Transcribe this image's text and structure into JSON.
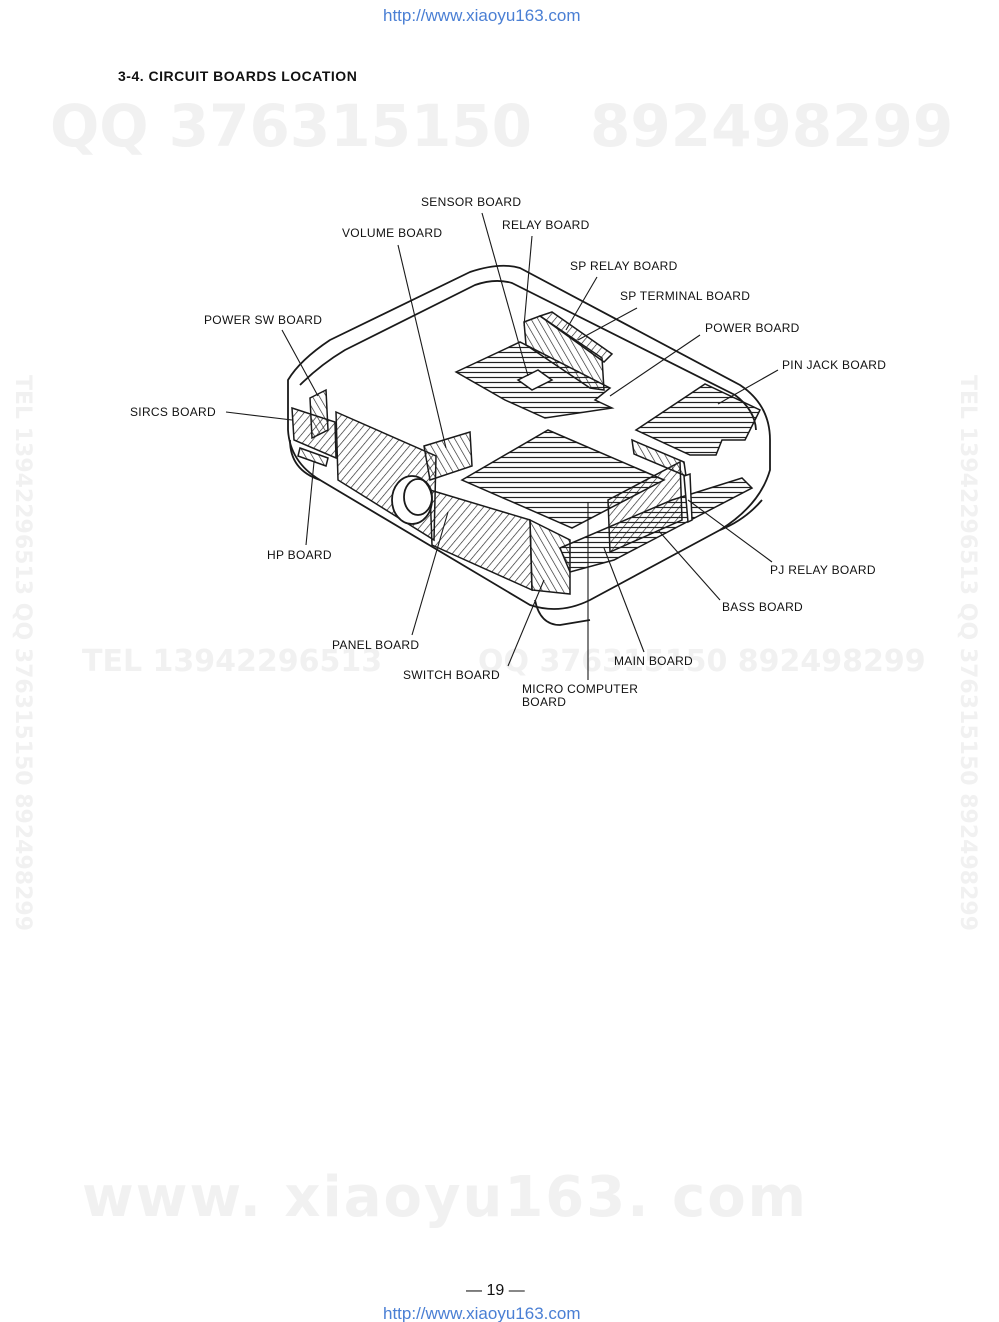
{
  "header_url": "http://www.xiaoyu163.com",
  "footer_url": "http://www.xiaoyu163.com",
  "section_title": "3-4. CIRCUIT BOARDS LOCATION",
  "page_number": "— 19 —",
  "watermarks": {
    "qq_left": "QQ 376315150",
    "qq_right": "892498299",
    "tel_mid": "TEL 13942296513",
    "qq_mid": "QQ 376315150 892498299",
    "vert_left": "TEL 13942296513 QQ 376315150 892498299",
    "vert_right": "TEL 13942296513 QQ 376315150 892498299",
    "footer": "www. xiaoyu163. com"
  },
  "labels": {
    "sensor_board": "SENSOR BOARD",
    "relay_board": "RELAY BOARD",
    "volume_board": "VOLUME BOARD",
    "sp_relay_board": "SP RELAY BOARD",
    "sp_terminal_board": "SP TERMINAL BOARD",
    "power_sw_board": "POWER SW BOARD",
    "power_board": "POWER BOARD",
    "pin_jack_board": "PIN JACK BOARD",
    "sircs_board": "SIRCS BOARD",
    "hp_board": "HP BOARD",
    "pj_relay_board": "PJ RELAY BOARD",
    "bass_board": "BASS BOARD",
    "panel_board": "PANEL BOARD",
    "main_board": "MAIN BOARD",
    "switch_board": "SWITCH BOARD",
    "micro_computer_board_1": "MICRO COMPUTER",
    "micro_computer_board_2": "BOARD"
  }
}
